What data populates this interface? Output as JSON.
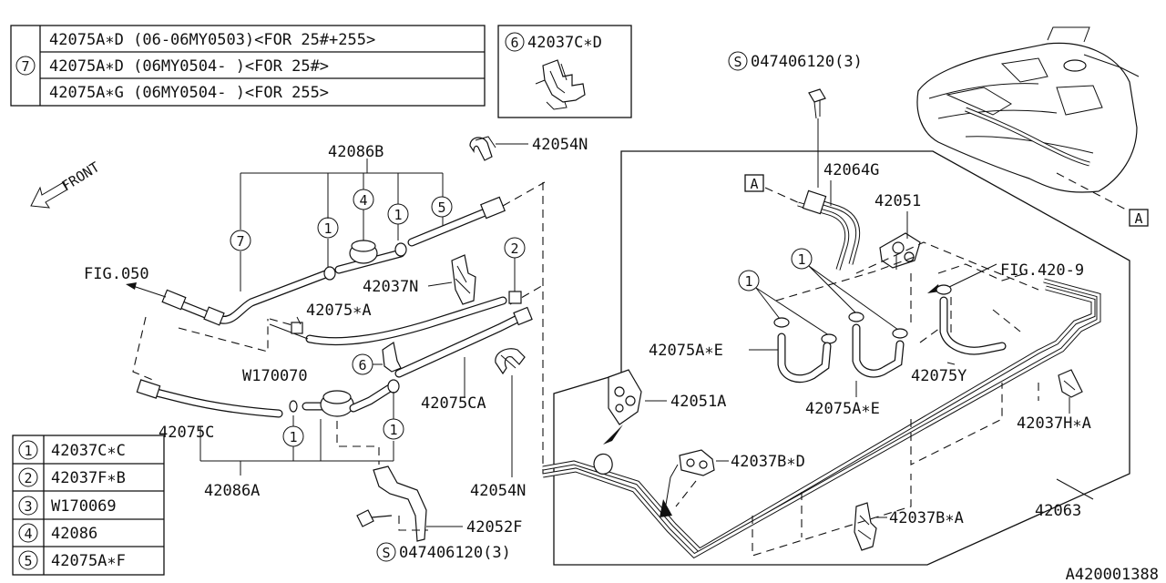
{
  "legend_top": {
    "marker": "7",
    "rows": [
      "42075A∗D (06-06MY0503)<FOR 25#+255>",
      "42075A∗D (06MY0504-  )<FOR 25#>",
      "42075A∗G (06MY0504-  )<FOR 255>"
    ]
  },
  "legend_box6": {
    "marker": "6",
    "part": "42037C∗D"
  },
  "legend_bottom": [
    {
      "marker": "1",
      "part": "42037C∗C"
    },
    {
      "marker": "2",
      "part": "42037F∗B"
    },
    {
      "marker": "3",
      "part": "W170069"
    },
    {
      "marker": "4",
      "part": "42086"
    },
    {
      "marker": "5",
      "part": "42075A∗F"
    }
  ],
  "front_label": "FRONT",
  "bolt_top": {
    "marker": "S",
    "text": "047406120(3)"
  },
  "bolt_bottom": {
    "marker": "S",
    "text": "047406120(3)"
  },
  "callout_A": "A",
  "markers": {
    "m1": "1",
    "m2": "2",
    "m4": "4",
    "m5": "5",
    "m6": "6",
    "m7": "7"
  },
  "labels": {
    "l42086B": "42086B",
    "l42054N_top": "42054N",
    "lFIG050": "FIG.050",
    "l42037N": "42037N",
    "l42075A": "42075∗A",
    "lW170070": "W170070",
    "l42075CA": "42075CA",
    "l42075C": "42075C",
    "l42086A": "42086A",
    "l42054N_bot": "42054N",
    "l42052F": "42052F",
    "l42064G": "42064G",
    "l42051": "42051",
    "lFIG420": "FIG.420-9",
    "l42075AE_left": "42075A∗E",
    "l42075AE_right": "42075A∗E",
    "l42075Y": "42075Y",
    "l42051A": "42051A",
    "l42037BD": "42037B∗D",
    "l42037HA": "42037H∗A",
    "l42037BA": "42037B∗A",
    "l42063": "42063"
  },
  "diagram_code": "A420001388"
}
